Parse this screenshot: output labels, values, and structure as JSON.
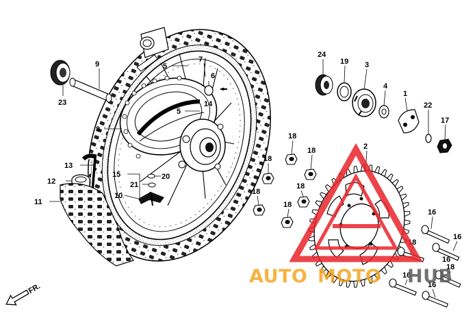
{
  "figure": {
    "callouts": [
      {
        "id": "c24",
        "label": "24"
      },
      {
        "id": "c19",
        "label": "19"
      },
      {
        "id": "c3",
        "label": "3"
      },
      {
        "id": "c4",
        "label": "4"
      },
      {
        "id": "c1",
        "label": "1"
      },
      {
        "id": "c22",
        "label": "22"
      },
      {
        "id": "c17",
        "label": "17"
      },
      {
        "id": "c9",
        "label": "9"
      },
      {
        "id": "c23",
        "label": "23"
      },
      {
        "id": "c5a",
        "label": "5"
      },
      {
        "id": "c7",
        "label": "7"
      },
      {
        "id": "c6",
        "label": "6"
      },
      {
        "id": "c5b",
        "label": "5"
      },
      {
        "id": "c14",
        "label": "14"
      },
      {
        "id": "c8",
        "label": "8"
      },
      {
        "id": "c13",
        "label": "13"
      },
      {
        "id": "c12",
        "label": "12"
      },
      {
        "id": "c11",
        "label": "11"
      },
      {
        "id": "c15",
        "label": "15"
      },
      {
        "id": "c20",
        "label": "20"
      },
      {
        "id": "c21",
        "label": "21"
      },
      {
        "id": "c10",
        "label": "10"
      },
      {
        "id": "c18a",
        "label": "18"
      },
      {
        "id": "c18b",
        "label": "18"
      },
      {
        "id": "c18c",
        "label": "18"
      },
      {
        "id": "c18d",
        "label": "18"
      },
      {
        "id": "c18e",
        "label": "18"
      },
      {
        "id": "c18f",
        "label": "18"
      },
      {
        "id": "c18g",
        "label": "18"
      },
      {
        "id": "c18h",
        "label": "18"
      },
      {
        "id": "c2",
        "label": "2"
      },
      {
        "id": "c16a",
        "label": "16"
      },
      {
        "id": "c16b",
        "label": "16"
      },
      {
        "id": "c16c",
        "label": "16"
      },
      {
        "id": "c16d",
        "label": "16"
      },
      {
        "id": "c16e",
        "label": "16"
      }
    ],
    "front_arrow_label": "FR."
  },
  "watermark": {
    "text_a": "AUTO",
    "text_b": "MOTO",
    "text_c": "HUB",
    "colors": {
      "red": "#e8242b",
      "orange": "#f5a623",
      "gray": "#5a5a5a"
    }
  }
}
